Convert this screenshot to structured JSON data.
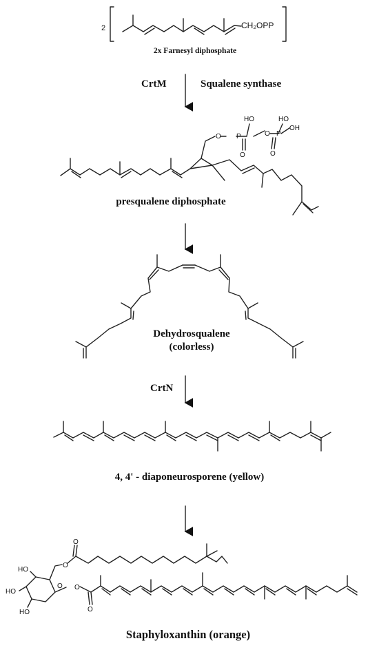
{
  "diagram": {
    "step1": {
      "coefficient": "2",
      "reagent_label": "CH₂OPP",
      "caption": "2x Farnesyl diphosphate"
    },
    "arrow1": {
      "enzyme": "CrtM",
      "enzyme_name": "Squalene synthase"
    },
    "step2": {
      "caption": "presqualene diphosphate",
      "atoms": {
        "o1": "O",
        "p1": "P",
        "o2": "O",
        "p2": "P",
        "oh": "OH",
        "ho1": "HO",
        "ho2": "HO",
        "o3": "O",
        "o4": "O"
      }
    },
    "step3": {
      "caption_line1": "Dehydrosqualene",
      "caption_line2": "(colorless)"
    },
    "arrow3": {
      "enzyme": "CrtN"
    },
    "step4": {
      "caption": "4, 4' - diaponeurosporene (yellow)"
    },
    "step5": {
      "caption": "Staphyloxanthin (orange)",
      "atoms": {
        "ho_a": "HO",
        "ho_b": "HO",
        "ho_c": "HO",
        "o_ring": "O",
        "o_link1": "O",
        "o_link2": "O",
        "o_carb1": "O",
        "o_carb2": "O"
      }
    }
  }
}
